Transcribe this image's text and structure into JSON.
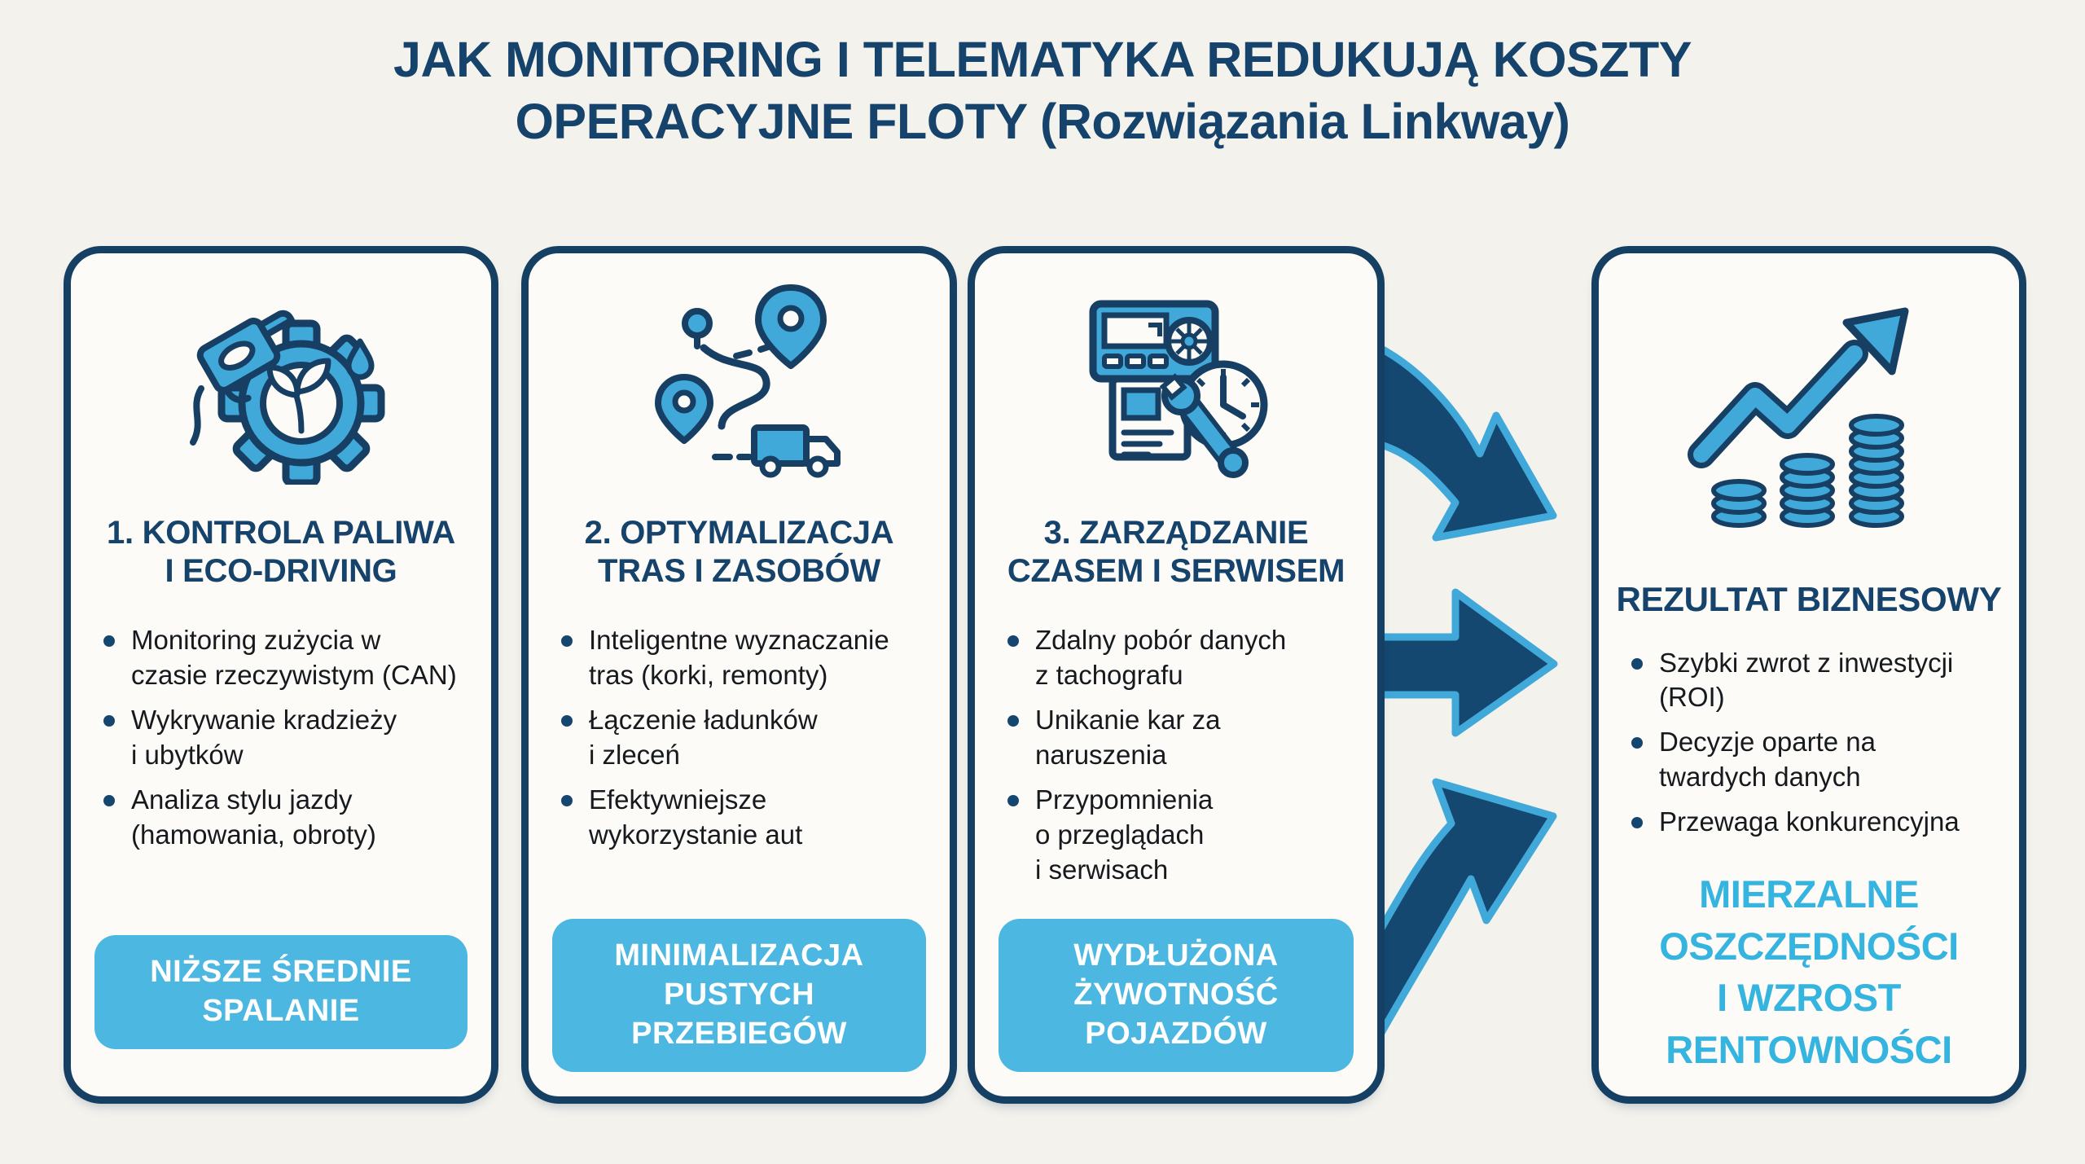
{
  "page": {
    "title": "JAK MONITORING I TELEMATYKA REDUKUJĄ KOSZTY\nOPERACYJNE FLOTY (Rozwiązania Linkway)"
  },
  "colors": {
    "background": "#f4f2ed",
    "card_background": "#fcfbf7",
    "navy_border": "#153f63",
    "navy_text": "#16436b",
    "icon_blue": "#41a9d9",
    "badge_blue": "#4cb7e1",
    "highlight_blue": "#35b4e0",
    "body_text": "#16191d",
    "arrow_fill": "#154870"
  },
  "icons": {
    "card1": "fuel-nozzle-eco-gear-icon",
    "card2": "route-pins-truck-icon",
    "card3": "tachograph-clock-wrench-icon",
    "card4": "growth-chart-coins-icon",
    "between_cards": "flow-arrow-icon"
  },
  "cards": [
    {
      "title": "1. KONTROLA PALIWA\nI ECO-DRIVING",
      "bullets": [
        "Monitoring zużycia w\nczasie rzeczywistym (CAN)",
        "Wykrywanie kradzieży\ni ubytków",
        "Analiza stylu jazdy\n(hamowania, obroty)"
      ],
      "badge": "NIŻSZE ŚREDNIE\nSPALANIE"
    },
    {
      "title": "2. OPTYMALIZACJA\nTRAS I ZASOBÓW",
      "bullets": [
        "Inteligentne wyznaczanie\ntras (korki, remonty)",
        "Łączenie ładunków\ni zleceń",
        "Efektywniejsze\nwykorzystanie aut"
      ],
      "badge": "MINIMALIZACJA\nPUSTYCH\nPRZEBIEGÓW"
    },
    {
      "title": "3. ZARZĄDZANIE\nCZASEM I SERWISEM",
      "bullets": [
        "Zdalny pobór danych\nz tachografu",
        "Unikanie kar za\nnaruszenia",
        "Przypomnienia\no przeglądach\ni serwisach"
      ],
      "badge": "WYDŁUŻONA\nŻYWOTNOŚĆ\nPOJAZDÓW"
    },
    {
      "title": "REZULTAT BIZNESOWY",
      "bullets": [
        "Szybki zwrot z inwestycji\n(ROI)",
        "Decyzje oparte na\ntwardych danych",
        "Przewaga konkurencyjna"
      ],
      "highlight": "MIERZALNE\nOSZCZĘDNOŚCI\nI WZROST\nRENTOWNOŚCI"
    }
  ]
}
